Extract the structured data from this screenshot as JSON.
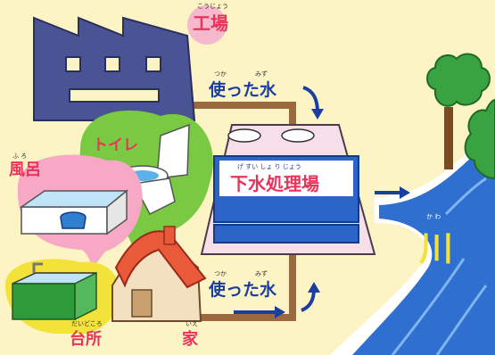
{
  "factory": {
    "label": "工場",
    "ruby": "こうじょう"
  },
  "toilet": {
    "label": "トイレ"
  },
  "bath": {
    "label": "風呂",
    "ruby": "ふ ろ"
  },
  "kitchen": {
    "label": "台所",
    "ruby": "だいどころ"
  },
  "house": {
    "label": "家",
    "ruby": "いえ"
  },
  "used_water_top": {
    "label": "使った水",
    "ruby_left": "つか",
    "ruby_right": "みず"
  },
  "used_water_bottom": {
    "label": "使った水",
    "ruby_left": "つか",
    "ruby_right": "みず"
  },
  "treatment_plant": {
    "label": "下水処理場",
    "ruby": "げ すい しょ り じょう"
  },
  "river": {
    "label": "川",
    "ruby": "か わ"
  },
  "colors": {
    "background": "#fdf4c6",
    "factory": "#4a5494",
    "pipe": "#9a6a3e",
    "label_pink": "#e8345a",
    "label_blue": "#1a3fa0",
    "river": "#2f6fd0",
    "plant_panel": "#f6dfe8",
    "tree_green": "#3aa341"
  }
}
